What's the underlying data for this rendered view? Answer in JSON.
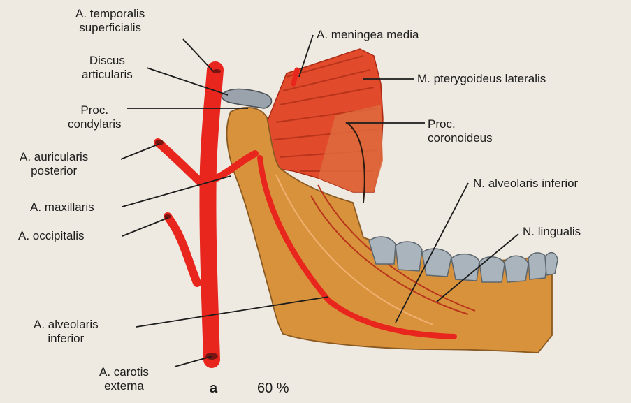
{
  "labels": {
    "temporalis": [
      "A. temporalis",
      "superficialis"
    ],
    "discus": [
      "Discus",
      "articularis"
    ],
    "condylaris": [
      "Proc.",
      "condylaris"
    ],
    "auricularis": [
      "A. auricularis",
      "posterior"
    ],
    "maxillaris": "A. maxillaris",
    "occipitalis": "A. occipitalis",
    "alveolaris_a": [
      "A. alveolaris",
      "inferior"
    ],
    "carotis": [
      "A. carotis",
      "externa"
    ],
    "meningea": "A. meningea media",
    "pterygoideus": "M. pterygoideus lateralis",
    "coronoideus": [
      "Proc.",
      "coronoideus"
    ],
    "alveolaris_n": "N. alveolaris inferior",
    "lingualis": "N. lingualis"
  },
  "figure": {
    "letter": "a",
    "scale": "60 %"
  },
  "colors": {
    "background": "#efeae1",
    "artery": "#e8261e",
    "bone": "#d9923c",
    "bone_edge": "#8a5a22",
    "muscle": "#e24a2c",
    "tooth": "#a9b4bd",
    "disc": "#9aa3ab"
  }
}
